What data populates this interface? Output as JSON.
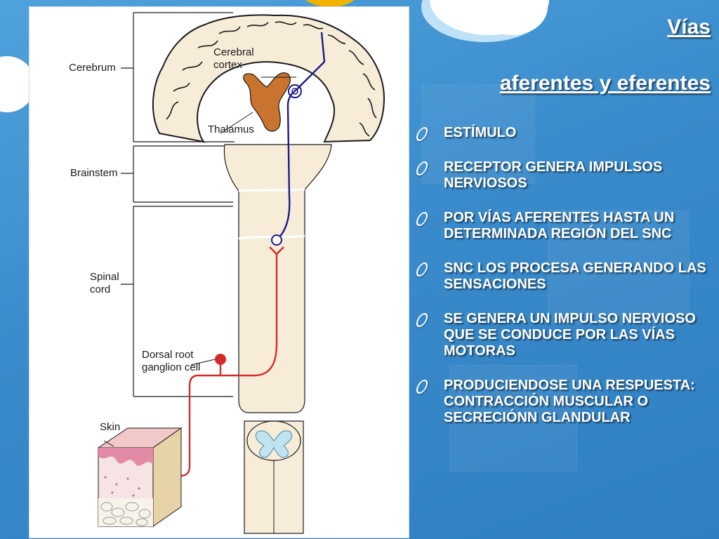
{
  "title": {
    "line1": "Vías",
    "line2": "aferentes y eferentes"
  },
  "bullets": [
    {
      "text": " ESTÍMULO"
    },
    {
      "text": "RECEPTOR GENERA IMPULSOS NERVIOSOS"
    },
    {
      "text": "POR VÍAS AFERENTES HASTA UN DETERMINADA REGIÓN DEL SNC"
    },
    {
      "text": "SNC LOS PROCESA GENERANDO LAS SENSACIONES"
    },
    {
      "text": "SE GENERA UN IMPULSO NERVIOSO QUE SE CONDUCE POR LAS VÍAS MOTORAS"
    },
    {
      "text": "PRODUCIENDOSE UNA RESPUESTA: CONTRACCIÓN MUSCULAR O SECRECIÓNN GLANDULAR"
    }
  ],
  "figure": {
    "labels": {
      "cerebrum": "Cerebrum",
      "cerebral_cortex": "Cerebral\ncortex",
      "thalamus": "Thalamus",
      "brainstem": "Brainstem",
      "spinal_cord": "Spinal\ncord",
      "dorsal_root": "Dorsal root\nganglion cell",
      "skin": "Skin"
    },
    "colors": {
      "afferent_lower": "#d42a2a",
      "afferent_upper": "#1c1a8a",
      "thalamus": "#c9742e",
      "cortex_fill": "#f6ecd8",
      "cord_fill": "#f6ecd8",
      "outline": "#1a1a1a"
    }
  }
}
